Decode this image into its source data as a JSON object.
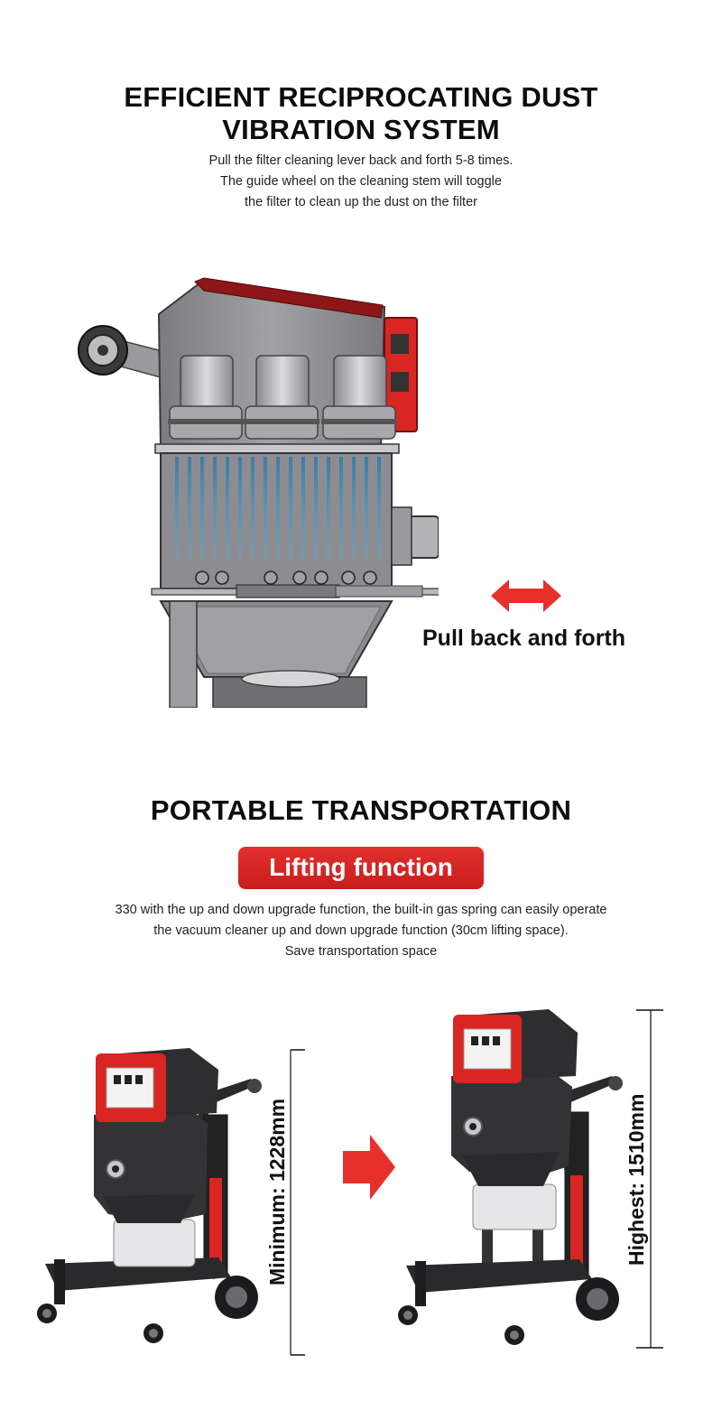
{
  "section1": {
    "title_line1": "EFFICIENT RECIPROCATING DUST",
    "title_line2": "VIBRATION SYSTEM",
    "desc_line1": "Pull the filter cleaning lever back and forth 5-8 times.",
    "desc_line2": "The guide wheel on the cleaning stem will toggle",
    "desc_line3": "the filter to clean up the dust on the filter",
    "pull_label": "Pull back and forth"
  },
  "section2": {
    "title": "PORTABLE TRANSPORTATION",
    "badge": "Lifting function",
    "desc_line1": "330 with the up and down upgrade function, the built-in gas spring can easily operate",
    "desc_line2": "the vacuum cleaner up and down upgrade function (30cm lifting space).",
    "desc_line3": "Save transportation space",
    "minimum_label": "Minimum: 1228mm",
    "highest_label": "Highest: 1510mm"
  },
  "colors": {
    "accent_red": "#d92623",
    "body_dark": "#2b2b2d",
    "steel_gray": "#8e8e92"
  }
}
